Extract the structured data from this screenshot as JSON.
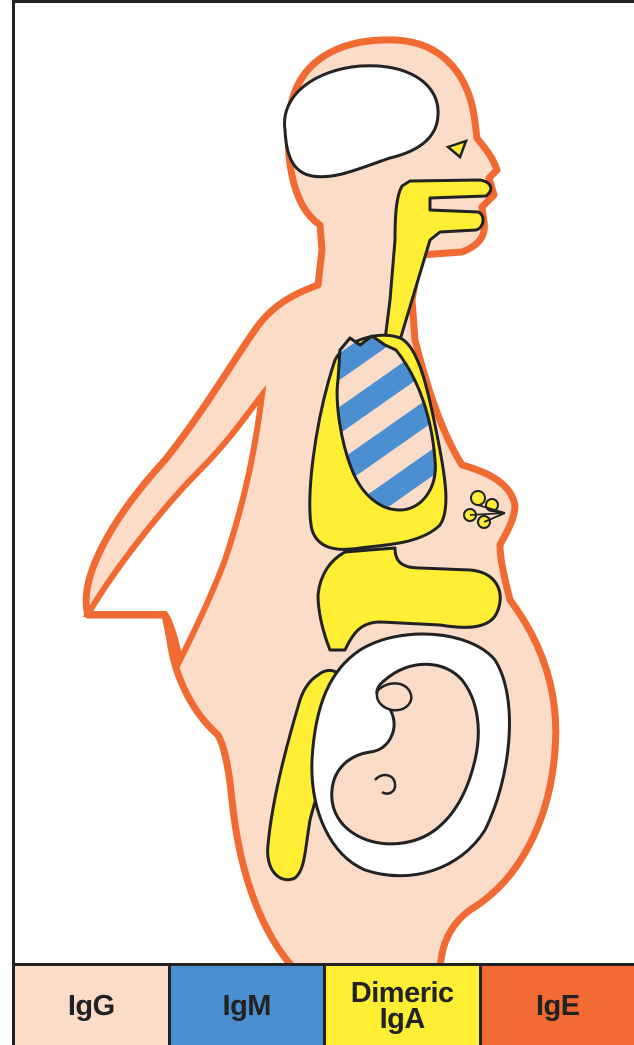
{
  "colors": {
    "igg": "#fbdcc9",
    "igm": "#4a90d0",
    "iga": "#ffee33",
    "ige": "#f06a32",
    "outline": "#222222"
  },
  "legend": [
    {
      "key": "igg",
      "lines": [
        "IgG"
      ]
    },
    {
      "key": "igm",
      "lines": [
        "IgM"
      ]
    },
    {
      "key": "iga",
      "lines": [
        "Dimeric",
        "IgA"
      ]
    },
    {
      "key": "ige",
      "lines": [
        "IgE"
      ]
    }
  ]
}
